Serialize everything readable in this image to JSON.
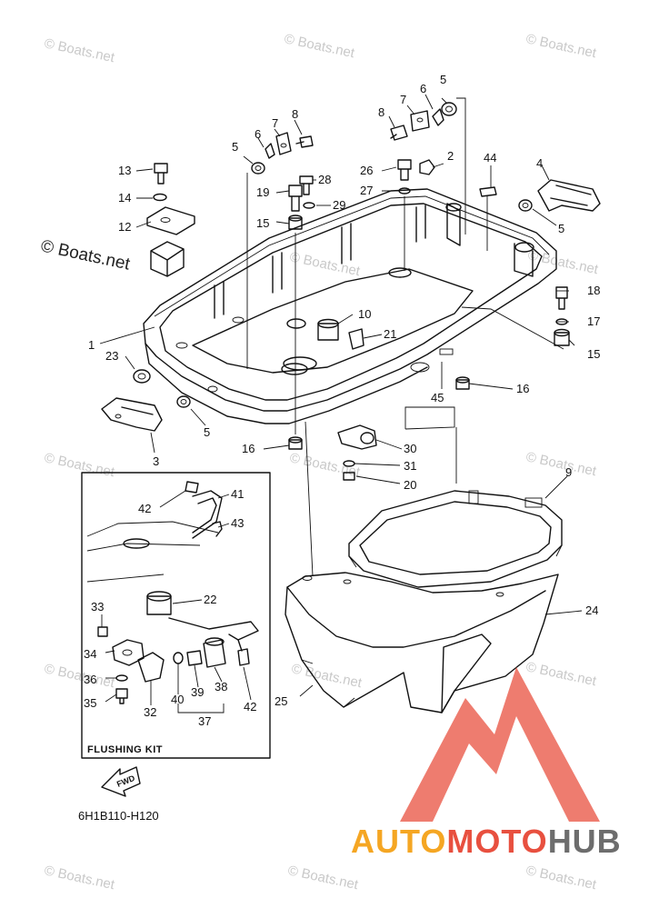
{
  "watermark": {
    "text": "© Boats.net"
  },
  "kit_label": "FLUSHING KIT",
  "fwd_label": "FWD",
  "diagram_code": "6H1B110-H120",
  "logo": {
    "part1": "AUTO",
    "part2": "MOTO",
    "part3": "HUB",
    "color_orange": "#f5a623",
    "color_red": "#e8503f",
    "color_gray": "#6d6d6d"
  },
  "callouts": {
    "c1": "1",
    "c2": "2",
    "c3": "3",
    "c4": "4",
    "c5a": "5",
    "c5b": "5",
    "c5c": "5",
    "c5d": "5",
    "c6a": "6",
    "c6b": "6",
    "c7a": "7",
    "c7b": "7",
    "c8a": "8",
    "c8b": "8",
    "c9": "9",
    "c10": "10",
    "c12": "12",
    "c13": "13",
    "c14": "14",
    "c15a": "15",
    "c15b": "15",
    "c16a": "16",
    "c16b": "16",
    "c17": "17",
    "c18": "18",
    "c19": "19",
    "c20": "20",
    "c21": "21",
    "c22": "22",
    "c23": "23",
    "c24": "24",
    "c25": "25",
    "c26": "26",
    "c27": "27",
    "c28": "28",
    "c29": "29",
    "c30": "30",
    "c31": "31",
    "c32": "32",
    "c33": "33",
    "c34": "34",
    "c35": "35",
    "c36": "36",
    "c37": "37",
    "c38": "38",
    "c39": "39",
    "c40": "40",
    "c41": "41",
    "c42a": "42",
    "c42b": "42",
    "c43": "43",
    "c44": "44",
    "c45": "45"
  }
}
